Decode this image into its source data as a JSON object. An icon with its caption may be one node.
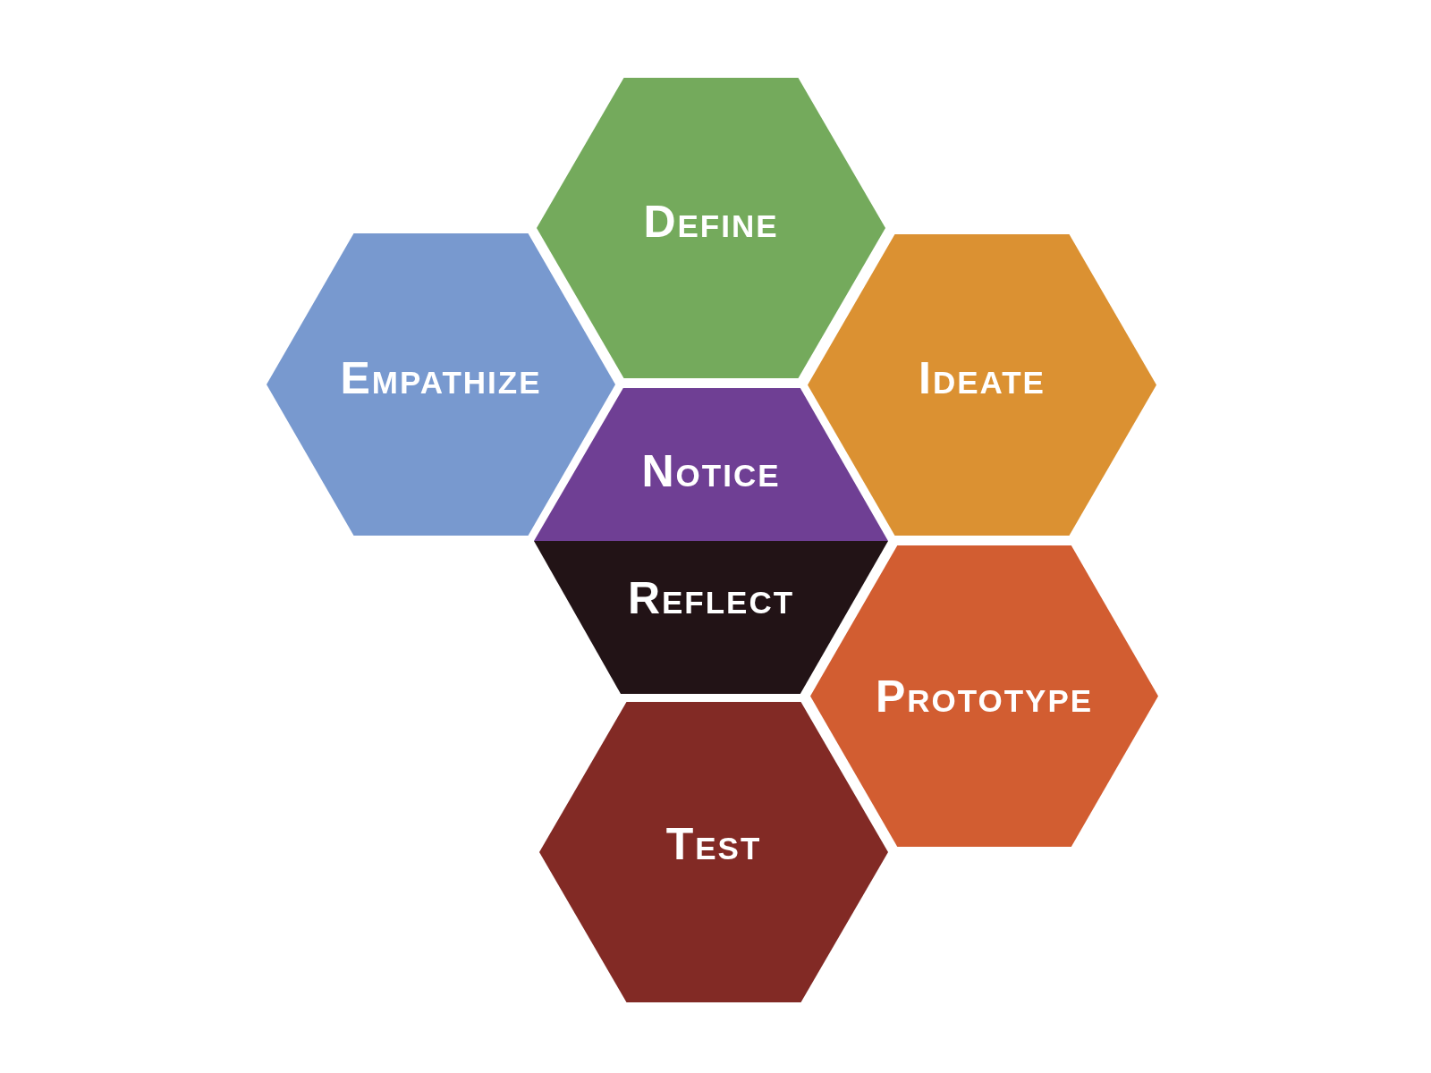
{
  "diagram": {
    "nodes": [
      {
        "text": [
          "Define"
        ]
      },
      {
        "text": [
          "Empathize"
        ]
      },
      {
        "text": [
          "Ideate"
        ]
      },
      {
        "text": [
          "Notice"
        ]
      },
      {
        "text": [
          "Reflect"
        ]
      },
      {
        "text": [
          "Prototype"
        ]
      },
      {
        "text": [
          "Test"
        ]
      }
    ]
  }
}
